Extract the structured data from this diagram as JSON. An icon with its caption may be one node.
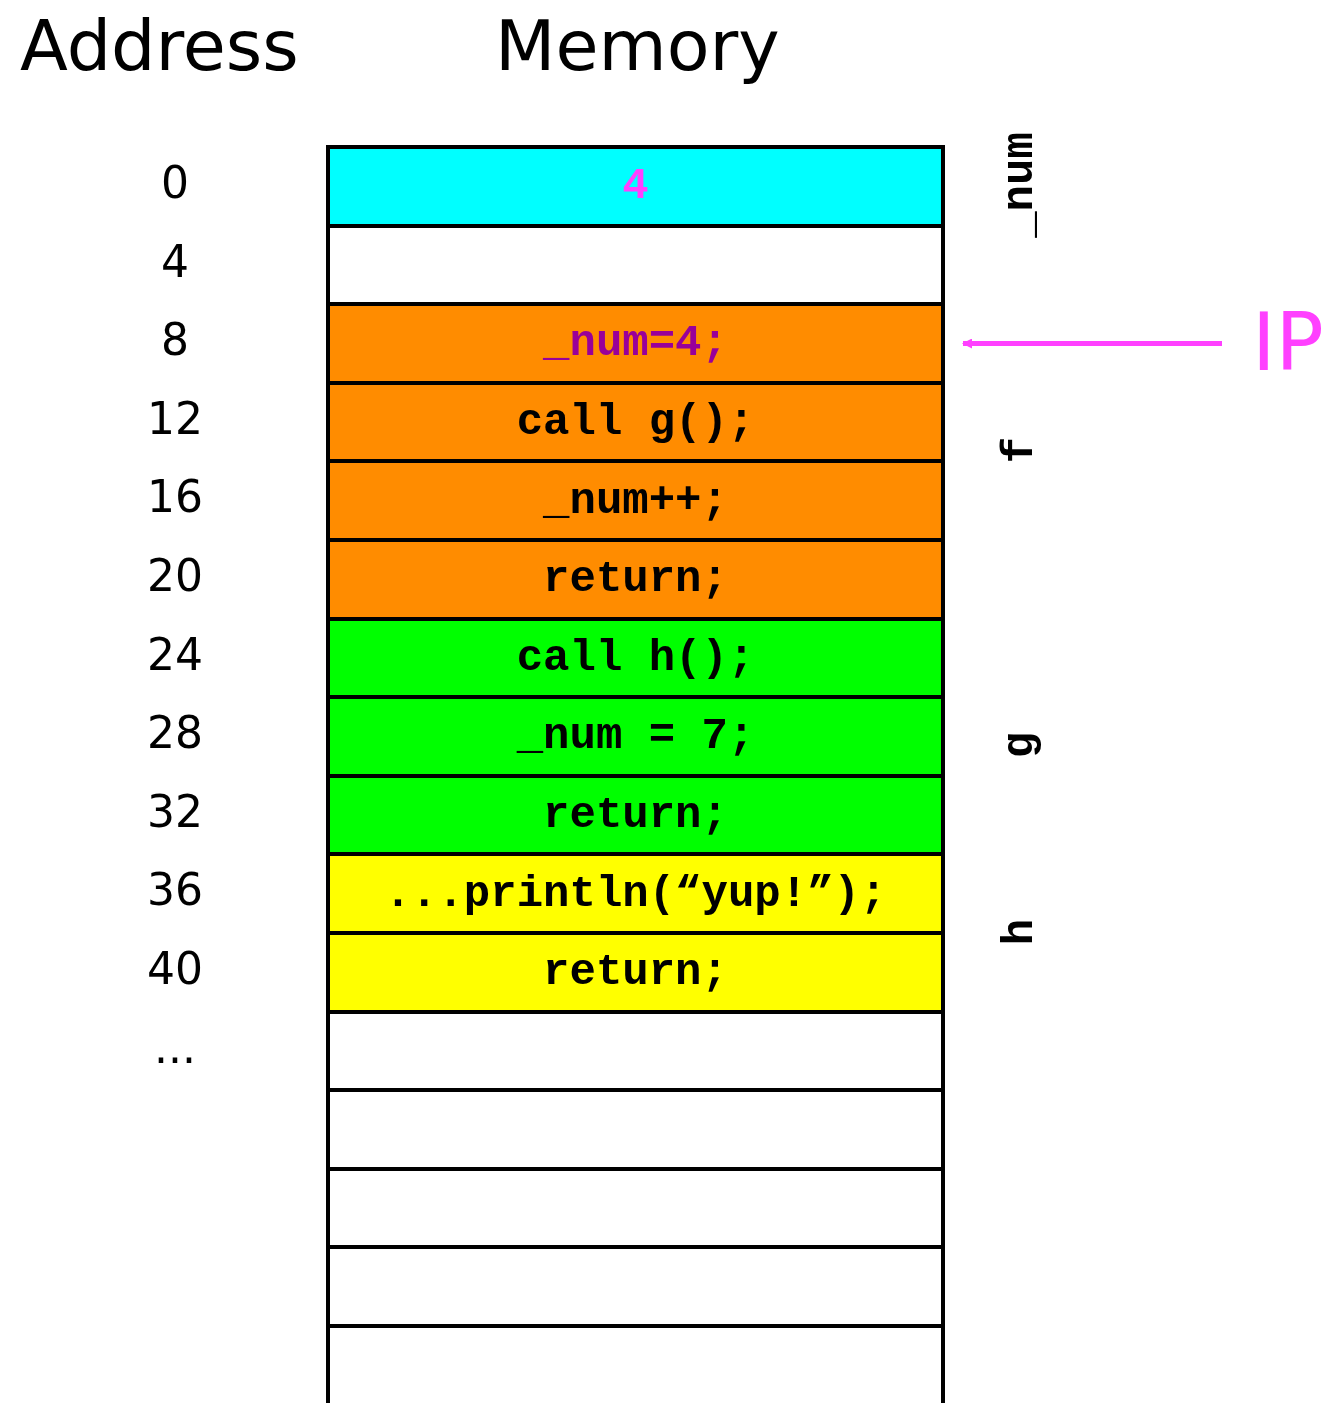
{
  "diagram": {
    "nodes": [
      {
        "text": [
          "4"
        ]
      },
      {
        "text": [],
        "shape": "box"
      },
      {
        "text": [
          "_num=4;"
        ]
      },
      {
        "text": [
          "call g();"
        ]
      },
      {
        "text": [
          "_num++;"
        ]
      },
      {
        "text": [
          "return;"
        ]
      },
      {
        "text": [
          "call h();"
        ]
      },
      {
        "text": [
          "_num = 7;"
        ]
      },
      {
        "text": [
          "return;"
        ]
      },
      {
        "text": [
          "...println(“yup!”);"
        ]
      },
      {
        "text": [
          "return;"
        ]
      },
      {
        "text": [],
        "shape": "box"
      },
      {
        "text": [],
        "shape": "box"
      },
      {
        "text": [],
        "shape": "box"
      },
      {
        "text": [],
        "shape": "box"
      },
      {
        "text": [],
        "shape": "box"
      },
      {
        "text": [
          "IP"
        ]
      }
    ],
    "edges": [
      {
        "from": 16,
        "to": 2,
        "arrow": "to"
      }
    ],
    "labels": [
      "Address",
      "Memory",
      "0",
      "4",
      "8",
      "12",
      "16",
      "20",
      "24",
      "28",
      "32",
      "36",
      "40",
      "...",
      "_num",
      "f",
      "g",
      "h"
    ]
  }
}
